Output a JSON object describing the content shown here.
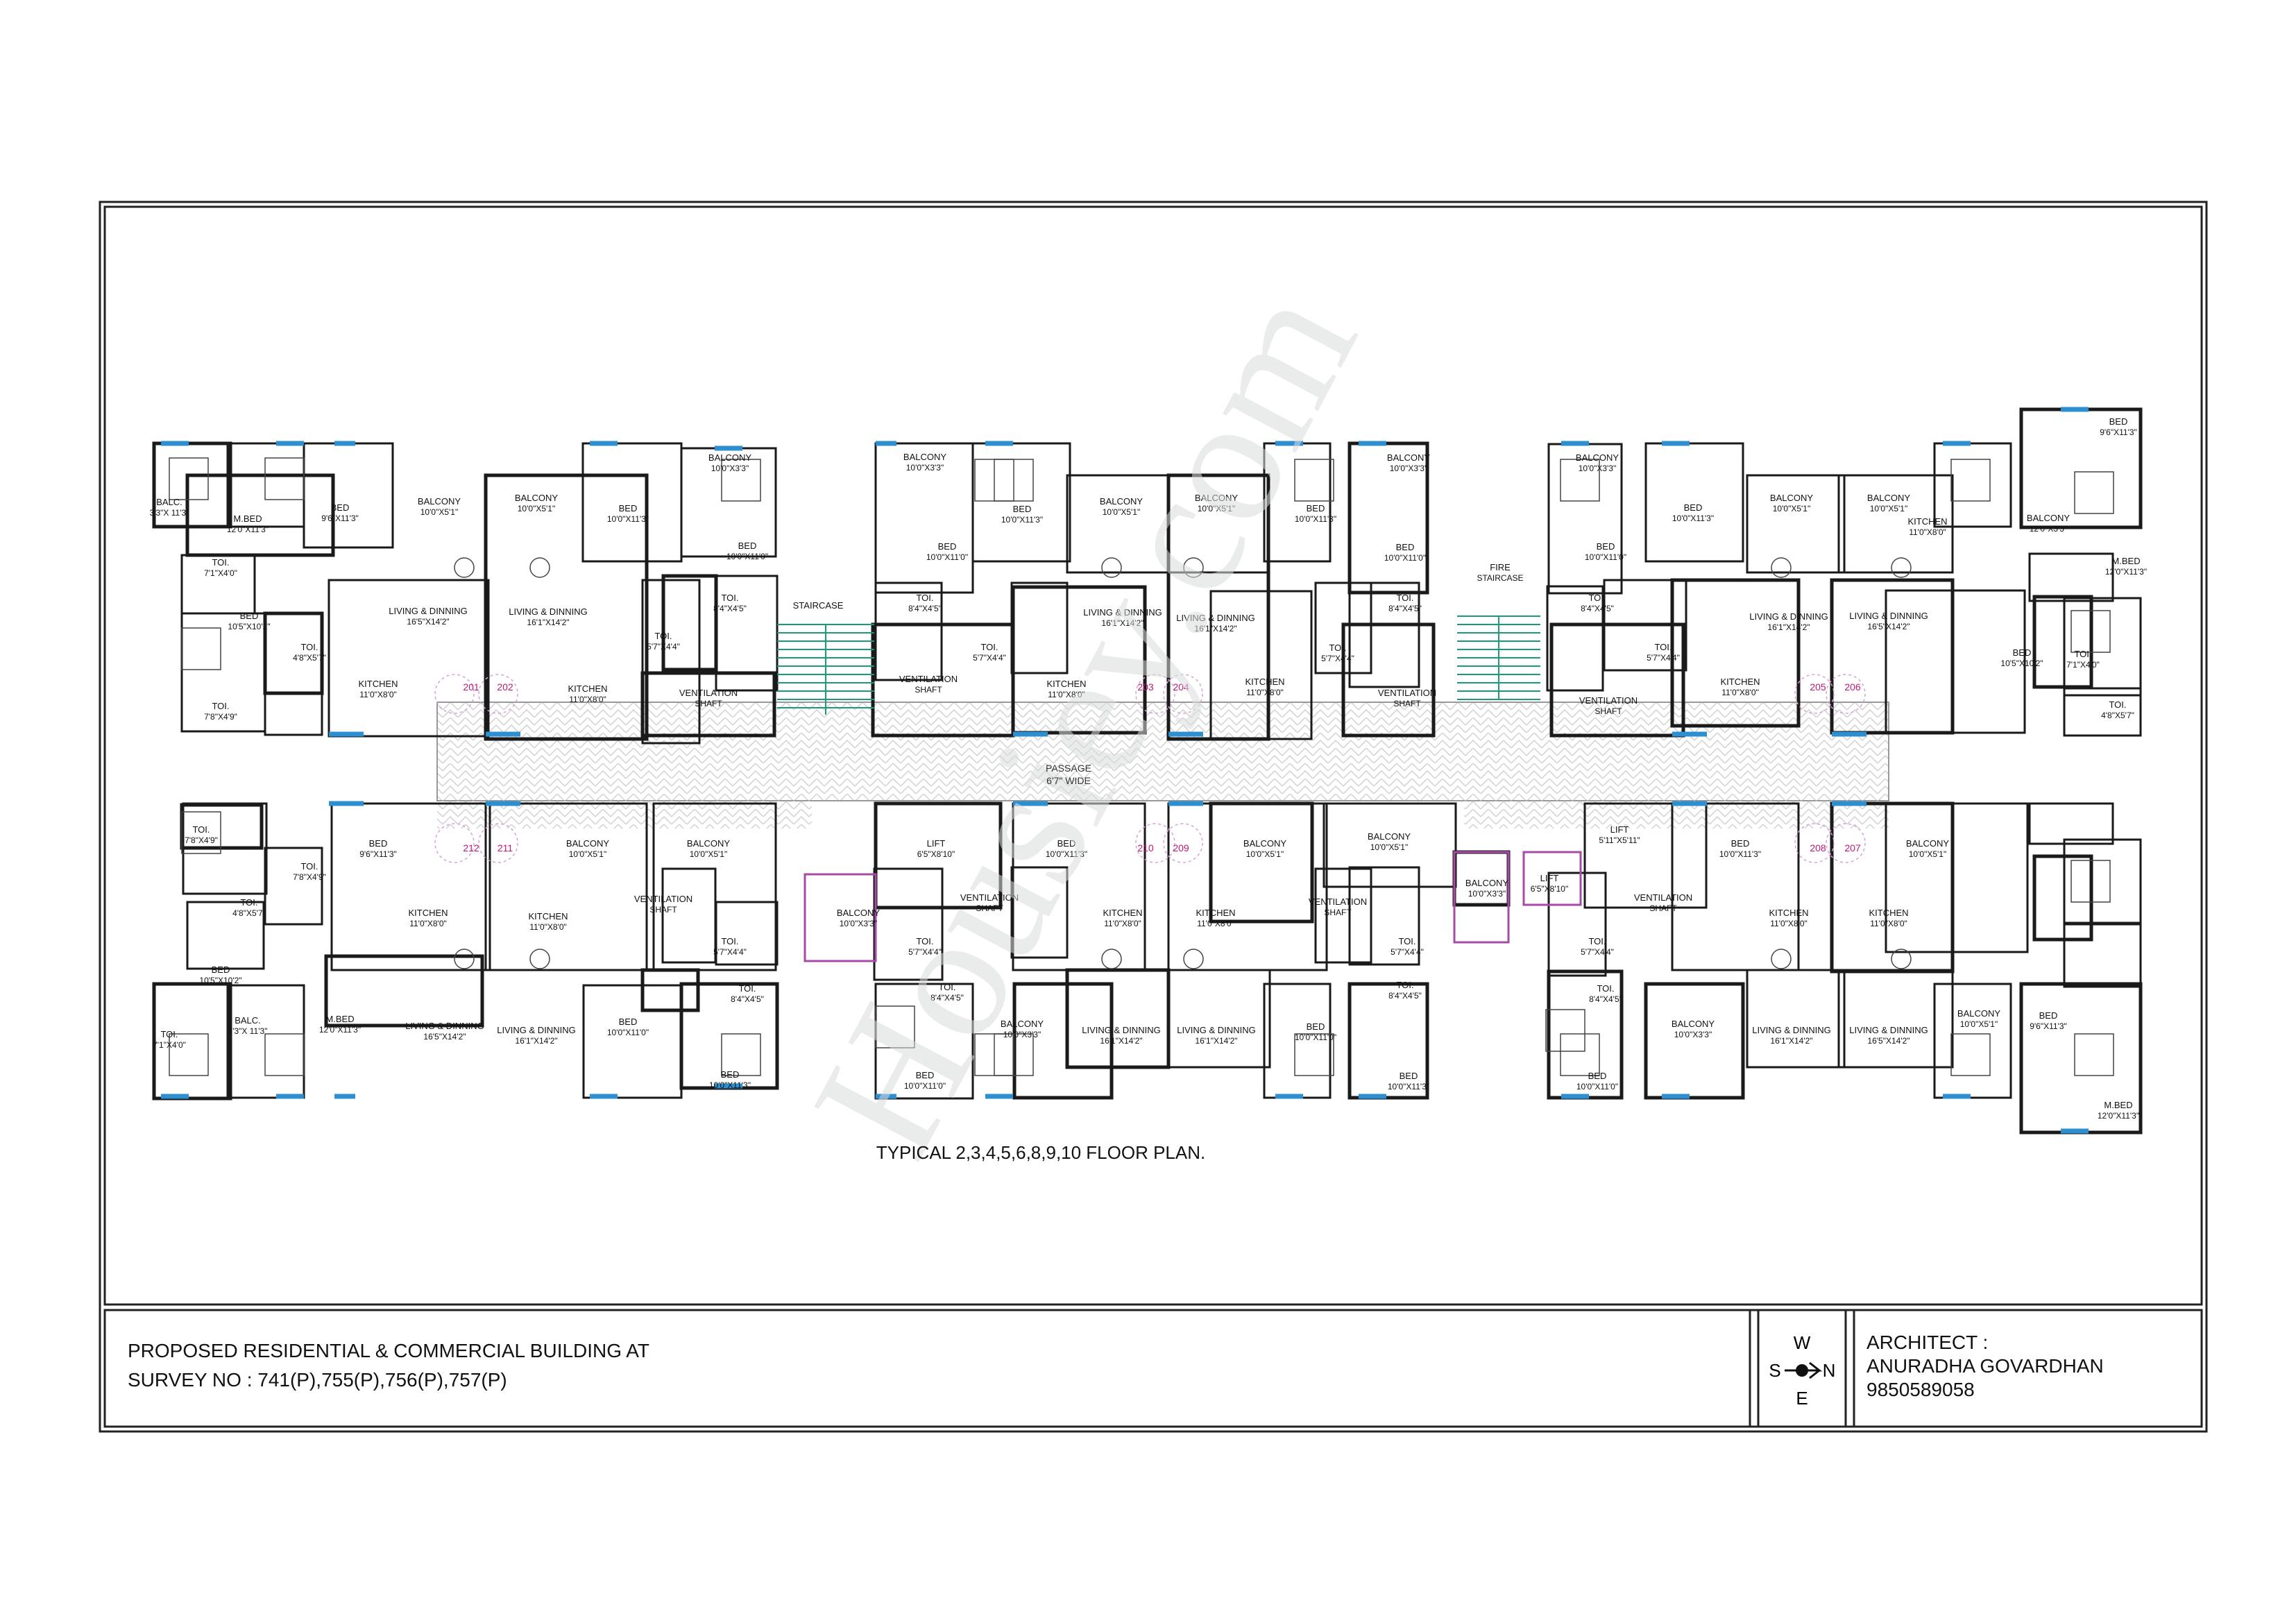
{
  "title_block": {
    "project_line1": "PROPOSED RESIDENTIAL & COMMERCIAL  BUILDING AT",
    "project_line2": "SURVEY NO : 741(P),755(P),756(P),757(P)",
    "architect_label": "ARCHITECT :",
    "architect_name": "ANURADHA GOVARDHAN",
    "architect_phone": "9850589058"
  },
  "compass": {
    "w": "W",
    "s": "S",
    "n": "N",
    "e": "E"
  },
  "plan_title": "TYPICAL 2,3,4,5,6,8,9,10 FLOOR  PLAN.",
  "watermark": "Housiey.com",
  "passage": {
    "label": "PASSAGE",
    "dim": "6'7\" WIDE"
  },
  "colors": {
    "line": "#1a1a1a",
    "window": "#2e8fd0",
    "stair": "#1a9a7a",
    "lift": "#a64ca6",
    "door_no": "#c0187a"
  },
  "flat_numbers": [
    {
      "id": "201"
    },
    {
      "id": "202"
    },
    {
      "id": "203"
    },
    {
      "id": "204"
    },
    {
      "id": "205"
    },
    {
      "id": "206"
    },
    {
      "id": "212"
    },
    {
      "id": "211"
    },
    {
      "id": "210"
    },
    {
      "id": "209"
    },
    {
      "id": "208"
    },
    {
      "id": "207"
    }
  ],
  "rooms": [
    {
      "name": "BALC.",
      "dim": "3'3\"X 11'3\""
    },
    {
      "name": "M.BED",
      "dim": "12'0\"X11'3\""
    },
    {
      "name": "BED",
      "dim": "9'6\"X11'3\""
    },
    {
      "name": "BALCONY",
      "dim": "10'0\"X5'1\""
    },
    {
      "name": "BALCONY",
      "dim": "10'0\"X5'1\""
    },
    {
      "name": "BED",
      "dim": "10'0\"X11'3\""
    },
    {
      "name": "BALCONY",
      "dim": "10'0\"X3'3\""
    },
    {
      "name": "BED",
      "dim": "10'0\"X11'0\""
    },
    {
      "name": "TOI.",
      "dim": "8'4\"X4'5\""
    },
    {
      "name": "TOI.",
      "dim": "7'1\"X4'0\""
    },
    {
      "name": "BED",
      "dim": "10'5\"X10'2\""
    },
    {
      "name": "TOI.",
      "dim": "4'8\"X5'7\""
    },
    {
      "name": "TOI.",
      "dim": "7'8\"X4'9\""
    },
    {
      "name": "LIVING & DINNING",
      "dim": "16'5\"X14'2\""
    },
    {
      "name": "LIVING & DINNING",
      "dim": "16'1\"X14'2\""
    },
    {
      "name": "KITCHEN",
      "dim": "11'0\"X8'0\""
    },
    {
      "name": "KITCHEN",
      "dim": "11'0\"X8'0\""
    },
    {
      "name": "TOI.",
      "dim": "5'7\"X4'4\""
    },
    {
      "name": "VENTILATION",
      "dim": "SHAFT"
    },
    {
      "name": "STAIRCASE",
      "dim": ""
    },
    {
      "name": "BALCONY",
      "dim": "10'0\"X3'3\""
    },
    {
      "name": "BED",
      "dim": "10'0\"X11'3\""
    },
    {
      "name": "BED",
      "dim": "10'0\"X11'0\""
    },
    {
      "name": "TOI.",
      "dim": "8'4\"X4'5\""
    },
    {
      "name": "TOI.",
      "dim": "5'7\"X4'4\""
    },
    {
      "name": "VENTILATION",
      "dim": "SHAFT"
    },
    {
      "name": "KITCHEN",
      "dim": "11'0\"X8'0\""
    },
    {
      "name": "BALCONY",
      "dim": "10'0\"X5'1\""
    },
    {
      "name": "LIVING & DINNING",
      "dim": "16'1\"X14'2\""
    },
    {
      "name": "BALCONY",
      "dim": "10'0\"X5'1\""
    },
    {
      "name": "LIVING & DINNING",
      "dim": "16'1\"X14'2\""
    },
    {
      "name": "KITCHEN",
      "dim": "11'0\"X8'0\""
    },
    {
      "name": "BED",
      "dim": "10'0\"X11'3\""
    },
    {
      "name": "BALCONY",
      "dim": "10'0\"X3'3\""
    },
    {
      "name": "BED",
      "dim": "10'0\"X11'0\""
    },
    {
      "name": "TOI.",
      "dim": "8'4\"X4'5\""
    },
    {
      "name": "TOI.",
      "dim": "5'7\"X4'4\""
    },
    {
      "name": "VENTILATION",
      "dim": "SHAFT"
    },
    {
      "name": "FIRE",
      "dim": "STAIRCASE"
    },
    {
      "name": "BALCONY",
      "dim": "10'0\"X3'3\""
    },
    {
      "name": "BED",
      "dim": "10'0\"X11'3\""
    },
    {
      "name": "BED",
      "dim": "10'0\"X11'0\""
    },
    {
      "name": "TOI.",
      "dim": "8'4\"X4'5\""
    },
    {
      "name": "TOI.",
      "dim": "5'7\"X4'4\""
    },
    {
      "name": "VENTILATION",
      "dim": "SHAFT"
    },
    {
      "name": "BALCONY",
      "dim": "10'0\"X5'1\""
    },
    {
      "name": "LIVING & DINNING",
      "dim": "16'1\"X14'2\""
    },
    {
      "name": "KITCHEN",
      "dim": "11'0\"X8'0\""
    },
    {
      "name": "BALCONY",
      "dim": "10'0\"X5'1\""
    },
    {
      "name": "LIVING & DINNING",
      "dim": "16'5\"X14'2\""
    },
    {
      "name": "KITCHEN",
      "dim": "11'0\"X8'0\""
    },
    {
      "name": "BED",
      "dim": "9'6\"X11'3\""
    },
    {
      "name": "BALCONY",
      "dim": "12'0\"X3'3\""
    },
    {
      "name": "M.BED",
      "dim": "12'0\"X11'3\""
    },
    {
      "name": "TOI.",
      "dim": "7'1\"X4'0\""
    },
    {
      "name": "BED",
      "dim": "10'5\"X10'2\""
    },
    {
      "name": "TOI.",
      "dim": "4'8\"X5'7\""
    },
    {
      "name": "TOI.",
      "dim": "7'8\"X4'9\""
    },
    {
      "name": "TOI.",
      "dim": "7'8\"X4'9\""
    },
    {
      "name": "TOI.",
      "dim": "4'8\"X5'7\""
    },
    {
      "name": "BED",
      "dim": "10'5\"X10'2\""
    },
    {
      "name": "TOI.",
      "dim": "7'1\"X4'0\""
    },
    {
      "name": "BALC.",
      "dim": "3'3\"X 11'3\""
    },
    {
      "name": "M.BED",
      "dim": "12'0\"X11'3\""
    },
    {
      "name": "BED",
      "dim": "9'6\"X11'3\""
    },
    {
      "name": "KITCHEN",
      "dim": "11'0\"X8'0\""
    },
    {
      "name": "LIVING & DINNING",
      "dim": "16'5\"X14'2\""
    },
    {
      "name": "BALCONY",
      "dim": "10'0\"X5'1\""
    },
    {
      "name": "KITCHEN",
      "dim": "11'0\"X8'0\""
    },
    {
      "name": "LIVING & DINNING",
      "dim": "16'1\"X14'2\""
    },
    {
      "name": "BALCONY",
      "dim": "10'0\"X5'1\""
    },
    {
      "name": "VENTILATION",
      "dim": "SHAFT"
    },
    {
      "name": "TOI.",
      "dim": "5'7\"X4'4\""
    },
    {
      "name": "TOI.",
      "dim": "8'4\"X4'5\""
    },
    {
      "name": "BED",
      "dim": "10'0\"X11'0\""
    },
    {
      "name": "BED",
      "dim": "10'0\"X11'3\""
    },
    {
      "name": "BALCONY",
      "dim": "10'0\"X3'3\""
    },
    {
      "name": "LIFT",
      "dim": "6'5\"X8'10\""
    },
    {
      "name": "VENTILATION",
      "dim": "SHAFT"
    },
    {
      "name": "TOI.",
      "dim": "5'7\"X4'4\""
    },
    {
      "name": "TOI.",
      "dim": "8'4\"X4'5\""
    },
    {
      "name": "BED",
      "dim": "10'0\"X11'0\""
    },
    {
      "name": "BALCONY",
      "dim": "10'0\"X3'3\""
    },
    {
      "name": "BED",
      "dim": "10'0\"X11'3\""
    },
    {
      "name": "KITCHEN",
      "dim": "11'0\"X8'0\""
    },
    {
      "name": "LIVING & DINNING",
      "dim": "16'1\"X14'2\""
    },
    {
      "name": "BALCONY",
      "dim": "10'0\"X5'1\""
    },
    {
      "name": "KITCHEN",
      "dim": "11'0\"X8'0\""
    },
    {
      "name": "LIVING & DINNING",
      "dim": "16'1\"X14'2\""
    },
    {
      "name": "BALCONY",
      "dim": "10'0\"X5'1\""
    },
    {
      "name": "VENTILATION",
      "dim": "SHAFT"
    },
    {
      "name": "TOI.",
      "dim": "5'7\"X4'4\""
    },
    {
      "name": "TOI.",
      "dim": "8'4\"X4'5\""
    },
    {
      "name": "BED",
      "dim": "10'0\"X11'0\""
    },
    {
      "name": "BED",
      "dim": "10'0\"X11'3\""
    },
    {
      "name": "BALCONY",
      "dim": "10'0\"X3'3\""
    },
    {
      "name": "LIFT",
      "dim": "6'5\"X8'10\""
    },
    {
      "name": "LIFT",
      "dim": "5'11\"X5'11\""
    },
    {
      "name": "VENTILATION",
      "dim": "SHAFT"
    },
    {
      "name": "TOI.",
      "dim": "5'7\"X4'4\""
    },
    {
      "name": "TOI.",
      "dim": "8'4\"X4'5\""
    },
    {
      "name": "BED",
      "dim": "10'0\"X11'0\""
    },
    {
      "name": "BALCONY",
      "dim": "10'0\"X3'3\""
    },
    {
      "name": "BED",
      "dim": "10'0\"X11'3\""
    },
    {
      "name": "KITCHEN",
      "dim": "11'0\"X8'0\""
    },
    {
      "name": "LIVING & DINNING",
      "dim": "16'1\"X14'2\""
    },
    {
      "name": "BALCONY",
      "dim": "10'0\"X5'1\""
    },
    {
      "name": "KITCHEN",
      "dim": "11'0\"X8'0\""
    },
    {
      "name": "LIVING & DINNING",
      "dim": "16'5\"X14'2\""
    },
    {
      "name": "BALCONY",
      "dim": "10'0\"X5'1\""
    },
    {
      "name": "BED",
      "dim": "9'6\"X11'3\""
    },
    {
      "name": "M.BED",
      "dim": "12'0\"X11'3\""
    },
    {
      "name": "BALCONY",
      "dim": "12'0\"X3'3\""
    }
  ]
}
